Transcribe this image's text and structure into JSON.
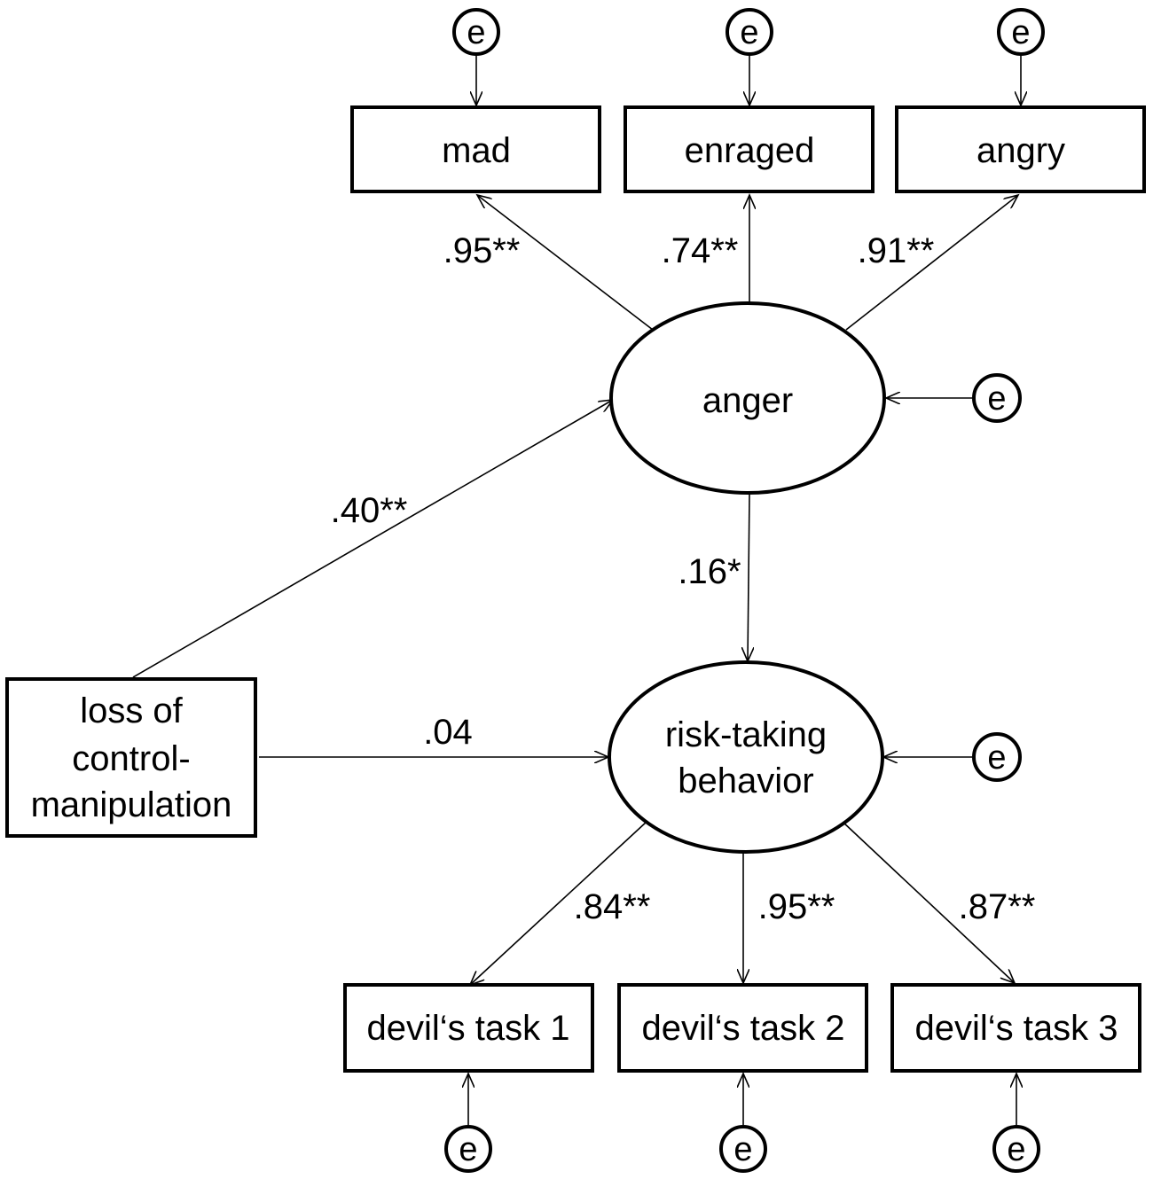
{
  "error_label": "e",
  "indicators": {
    "mad": "mad",
    "enraged": "enraged",
    "angry": "angry",
    "task1": "devil‘s task 1",
    "task2": "devil‘s task 2",
    "task3": "devil‘s task 3"
  },
  "latent": {
    "anger": "anger",
    "risk_line1": "risk-taking",
    "risk_line2": "behavior"
  },
  "predictor": {
    "line1": "loss of",
    "line2": "control-",
    "line3": "manipulation"
  },
  "coefficients": {
    "anger_mad": ".95**",
    "anger_enraged": ".74**",
    "anger_angry": ".91**",
    "loss_anger": ".40**",
    "anger_risk": ".16*",
    "loss_risk": ".04",
    "risk_task1": ".84**",
    "risk_task2": ".95**",
    "risk_task3": ".87**"
  }
}
